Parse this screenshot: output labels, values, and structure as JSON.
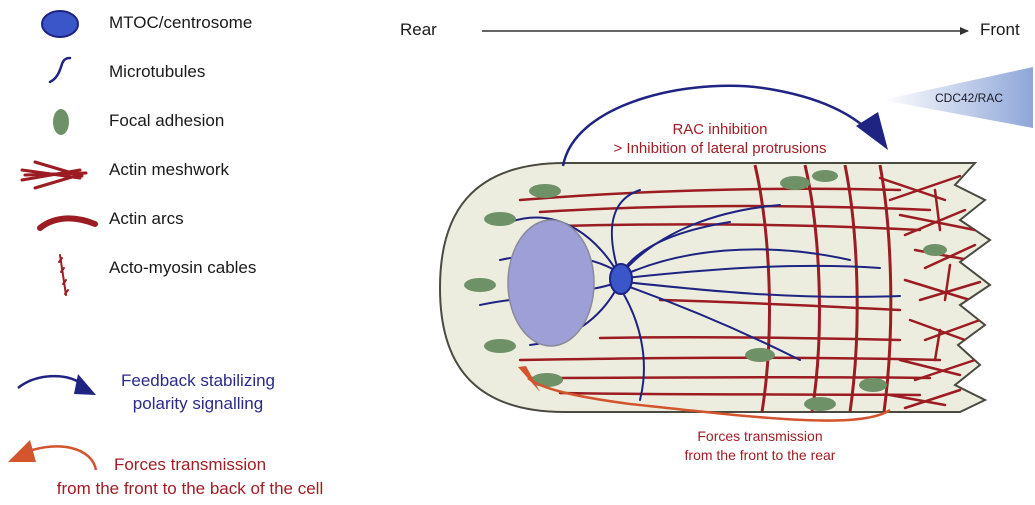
{
  "legend": {
    "mtoc": "MTOC/centrosome",
    "microtubules": "Microtubules",
    "focal_adhesion": "Focal adhesion",
    "actin_meshwork": "Actin meshwork",
    "actin_arcs": "Actin arcs",
    "acto_myosin": "Acto-myosin cables",
    "feedback_line1": "Feedback stabilizing",
    "feedback_line2": "polarity signalling",
    "forces_line1": "Forces transmission",
    "forces_line2": "from the front to the back of the cell"
  },
  "axis": {
    "rear": "Rear",
    "front": "Front"
  },
  "gradient_label": "CDC42/RAC",
  "rac_line1": "RAC inhibition",
  "rac_line2": "> Inhibition of lateral protrusions",
  "forces_center_line1": "Forces transmission",
  "forces_center_line2": "from the front to the rear",
  "colors": {
    "nucleus": "#9d9fd6",
    "microtubule": "#1f2382",
    "focal_adhesion": "#6f9168",
    "actin": "#9b1c22",
    "cell_fill": "#ededdf",
    "forces_arrow": "#d2552e",
    "feedback_arrow": "#1f2382"
  }
}
